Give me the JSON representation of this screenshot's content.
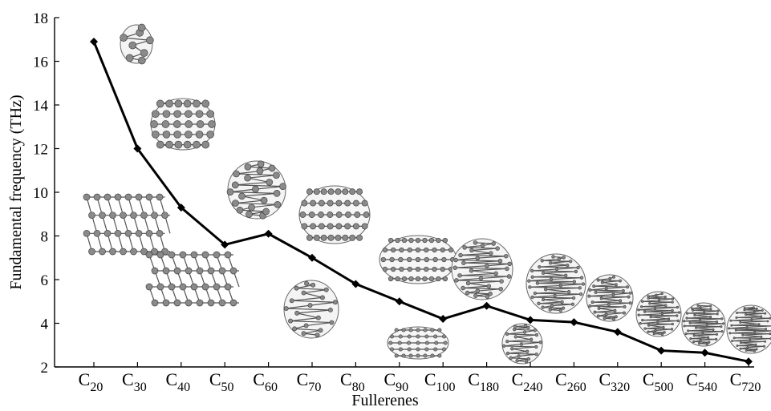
{
  "chart_data": {
    "type": "line",
    "categories": [
      {
        "base": "C",
        "sub": "20"
      },
      {
        "base": "C",
        "sub": "30"
      },
      {
        "base": "C",
        "sub": "40"
      },
      {
        "base": "C",
        "sub": "50"
      },
      {
        "base": "C",
        "sub": "60"
      },
      {
        "base": "C",
        "sub": "70"
      },
      {
        "base": "C",
        "sub": "80"
      },
      {
        "base": "C",
        "sub": "90"
      },
      {
        "base": "C",
        "sub": "100"
      },
      {
        "base": "C",
        "sub": "180"
      },
      {
        "base": "C",
        "sub": "240"
      },
      {
        "base": "C",
        "sub": "260"
      },
      {
        "base": "C",
        "sub": "320"
      },
      {
        "base": "C",
        "sub": "500"
      },
      {
        "base": "C",
        "sub": "540"
      },
      {
        "base": "C",
        "sub": "720"
      }
    ],
    "values": [
      16.9,
      12.0,
      9.3,
      7.6,
      8.1,
      7.0,
      5.8,
      5.0,
      4.2,
      4.8,
      4.15,
      4.05,
      3.6,
      2.75,
      2.65,
      2.25
    ],
    "xlabel": "Fullerenes",
    "ylabel": "Fundamental frequency (THz)",
    "ylim": [
      2,
      18
    ],
    "yticks": [
      2,
      4,
      6,
      8,
      10,
      12,
      14,
      16,
      18
    ],
    "grid": false,
    "legend": "none",
    "line_color": "#000000",
    "marker": "diamond",
    "molecule_icons": [
      "C20",
      "C30",
      "C40",
      "C50",
      "C60",
      "C70",
      "C80",
      "C90",
      "C100",
      "C180",
      "C240",
      "C260",
      "C320",
      "C500",
      "C540",
      "C720"
    ]
  }
}
